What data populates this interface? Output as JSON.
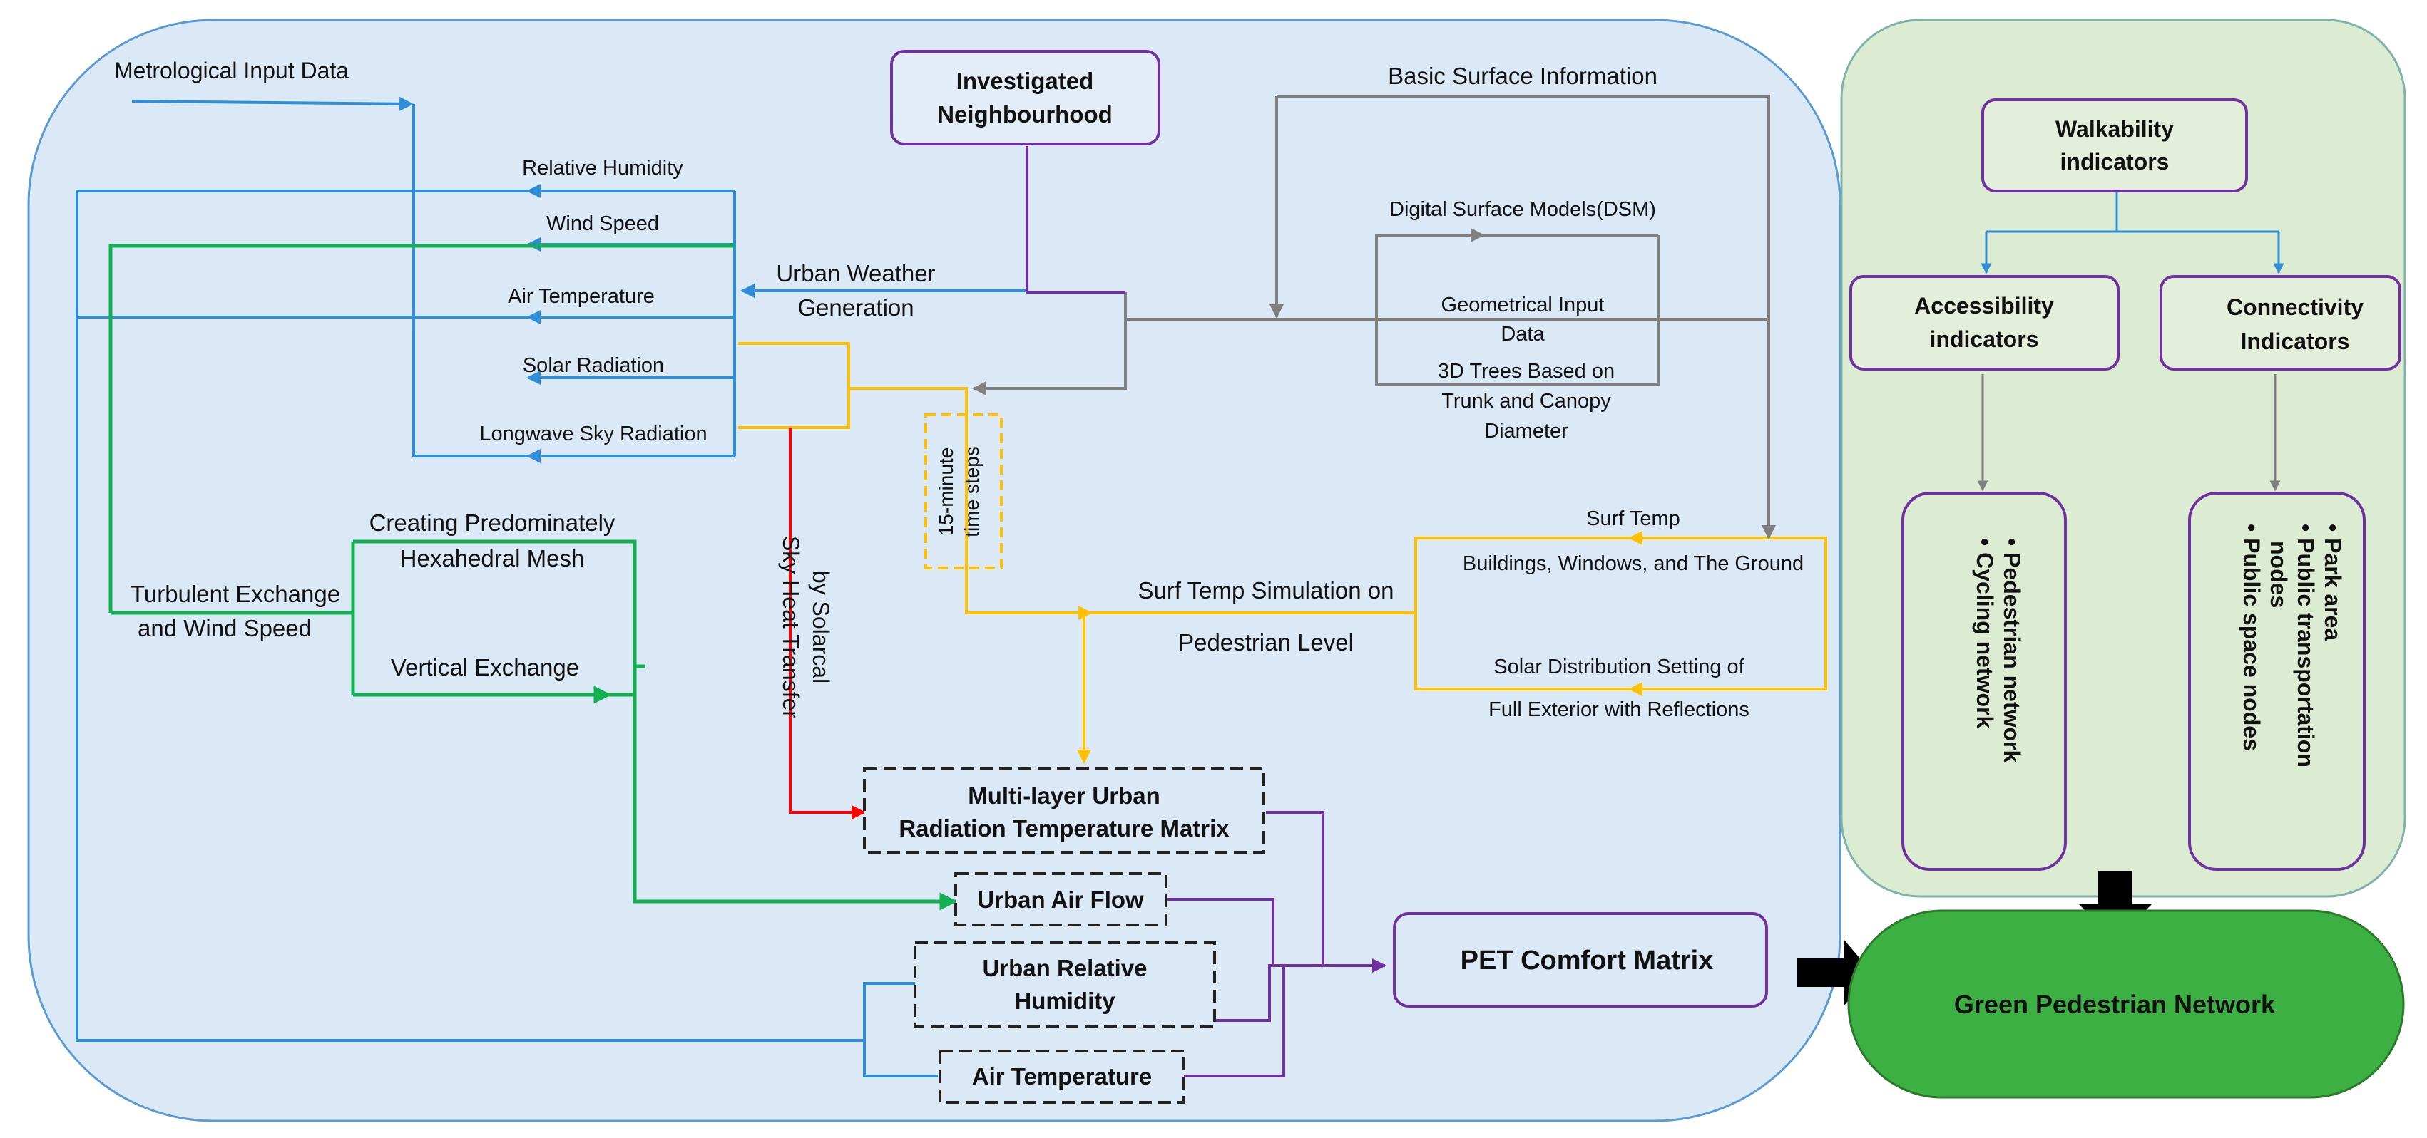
{
  "colors": {
    "panel_blue": "#dbe9f6",
    "panel_blue_border": "#5b9bd5",
    "panel_green": "#dcecd2",
    "panel_green_border": "#7fb3a8",
    "flow_blue": "#2e8fd8",
    "flow_green": "#12b050",
    "flow_yellow": "#ffc000",
    "flow_gray": "#7f7f7f",
    "flow_purple": "#7030a0",
    "flow_red": "#ff0000",
    "output_green": "#3cb043"
  },
  "left": {
    "met_input": "Metrological Input Data",
    "variables": {
      "relative_humidity": "Relative Humidity",
      "wind_speed": "Wind Speed",
      "air_temperature": "Air Temperature",
      "solar_radiation": "Solar Radiation",
      "longwave": "Longwave Sky Radiation"
    },
    "uwg": [
      "Urban Weather",
      "Generation"
    ],
    "mesh": [
      "Creating Predominately",
      "Hexahedral Mesh"
    ],
    "turbulent": [
      "Turbulent Exchange",
      "and Wind Speed"
    ],
    "vertical_exchange": "Vertical Exchange",
    "sky_heat": [
      "Sky Heat Transfer",
      "by Solarcal"
    ],
    "time_steps": [
      "15-minute",
      "time steps"
    ]
  },
  "neighbourhood": [
    "Investigated",
    "Neighbourhood"
  ],
  "surface": {
    "basic": "Basic Surface Information",
    "dsm": "Digital Surface Models(DSM)",
    "geom": [
      "Geometrical Input",
      "Data"
    ],
    "trees": [
      "3D Trees Based on",
      "Trunk and Canopy",
      "Diameter"
    ]
  },
  "surf_temp": {
    "label": "Surf Temp",
    "buildings": "Buildings, Windows, and The Ground",
    "solar": "Solar Distribution Setting of",
    "exterior": "Full Exterior with Reflections",
    "simulation": [
      "Surf Temp Simulation on",
      "Pedestrian Level"
    ]
  },
  "outputs": {
    "mrt": [
      "Multi-layer Urban",
      "Radiation Temperature Matrix"
    ],
    "air_flow": "Urban Air Flow",
    "rel_humidity": [
      "Urban Relative",
      "Humidity"
    ],
    "air_temp": "Air Temperature",
    "pet": "PET Comfort Matrix",
    "green_network": "Green Pedestrian Network"
  },
  "walkability": {
    "title": [
      "Walkability",
      "indicators"
    ],
    "accessibility": [
      "Accessibility",
      "indicators"
    ],
    "connectivity": [
      "Connectivity",
      "Indicators"
    ],
    "accessibility_items": [
      "Pedestrian network",
      "Cycling network"
    ],
    "connectivity_items": [
      "Park area",
      "Public transportation",
      "nodes",
      "Public space nodes"
    ]
  }
}
